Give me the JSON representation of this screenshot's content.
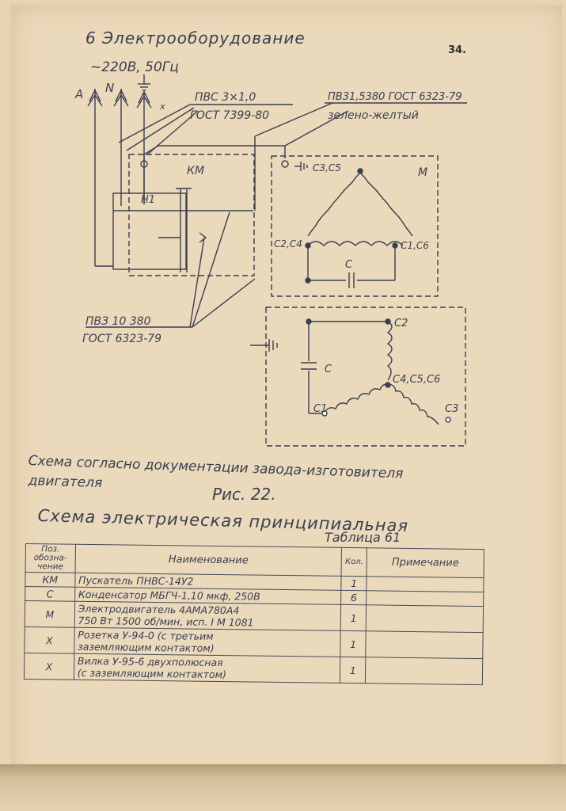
{
  "page": {
    "section_title": "6 Электрооборудование",
    "page_number": "34.",
    "supply": "~220В, 50Гц"
  },
  "diagram": {
    "phase_labels": [
      "А",
      "N"
    ],
    "x_label": "x",
    "wire_note_1": {
      "line1": "ПВС 3×1,0",
      "line2": "ГОСТ 7399-80"
    },
    "wire_note_2": {
      "line1": "ПВ31,5380 ГОСТ 6323-79",
      "line2": "зелено-желтый"
    },
    "wire_note_3": {
      "line1": "ПВЗ 10 380",
      "line2": "ГОСТ 6323-79"
    },
    "km_label": "КМ",
    "n1_label": "Н1",
    "motor_label": "М",
    "terminal_c3c5": "С3,С5",
    "terminal_c2c4": "С2,С4",
    "terminal_c1c6": "С1,С6",
    "capacitor_label": "С",
    "lower_c2": "С2",
    "lower_c4c5c6": "С4,С5,С6",
    "lower_c1": "С1",
    "lower_c3": "С3",
    "lower_capacitor": "С"
  },
  "captions": {
    "note_line1": "Схема согласно документации завода-изготовителя",
    "note_line2": "двигателя",
    "figure": "Рис. 22.",
    "title": "Схема электрическая принципиальная",
    "table_label": "Таблица 61"
  },
  "table": {
    "headers": {
      "poz_line1": "Поз.",
      "poz_line2": "обозна-",
      "poz_line3": "чение",
      "name": "Наименование",
      "qty": "Кол.",
      "note": "Примечание"
    },
    "rows": [
      {
        "poz": "КМ",
        "name_line1": "Пускатель ПНВС-14У2",
        "name_line2": "",
        "qty": "1",
        "note": ""
      },
      {
        "poz": "С",
        "name_line1": "Конденсатор МБГЧ-1,10 мкф, 250В",
        "name_line2": "",
        "qty": "6",
        "note": ""
      },
      {
        "poz": "М",
        "name_line1": "Электродвигатель 4АМА780А4",
        "name_line2": "750 Вт 1500 об/мин, исп. I М 1081",
        "qty": "1",
        "note": ""
      },
      {
        "poz": "Х",
        "name_line1": "Розетка У-94-0 (с третьим",
        "name_line2": "заземляющим контактом)",
        "qty": "1",
        "note": ""
      },
      {
        "poz": "Х",
        "name_line1": "Вилка У-95-6 двухполюсная",
        "name_line2": "(с заземляющим контактом)",
        "qty": "1",
        "note": ""
      }
    ]
  }
}
